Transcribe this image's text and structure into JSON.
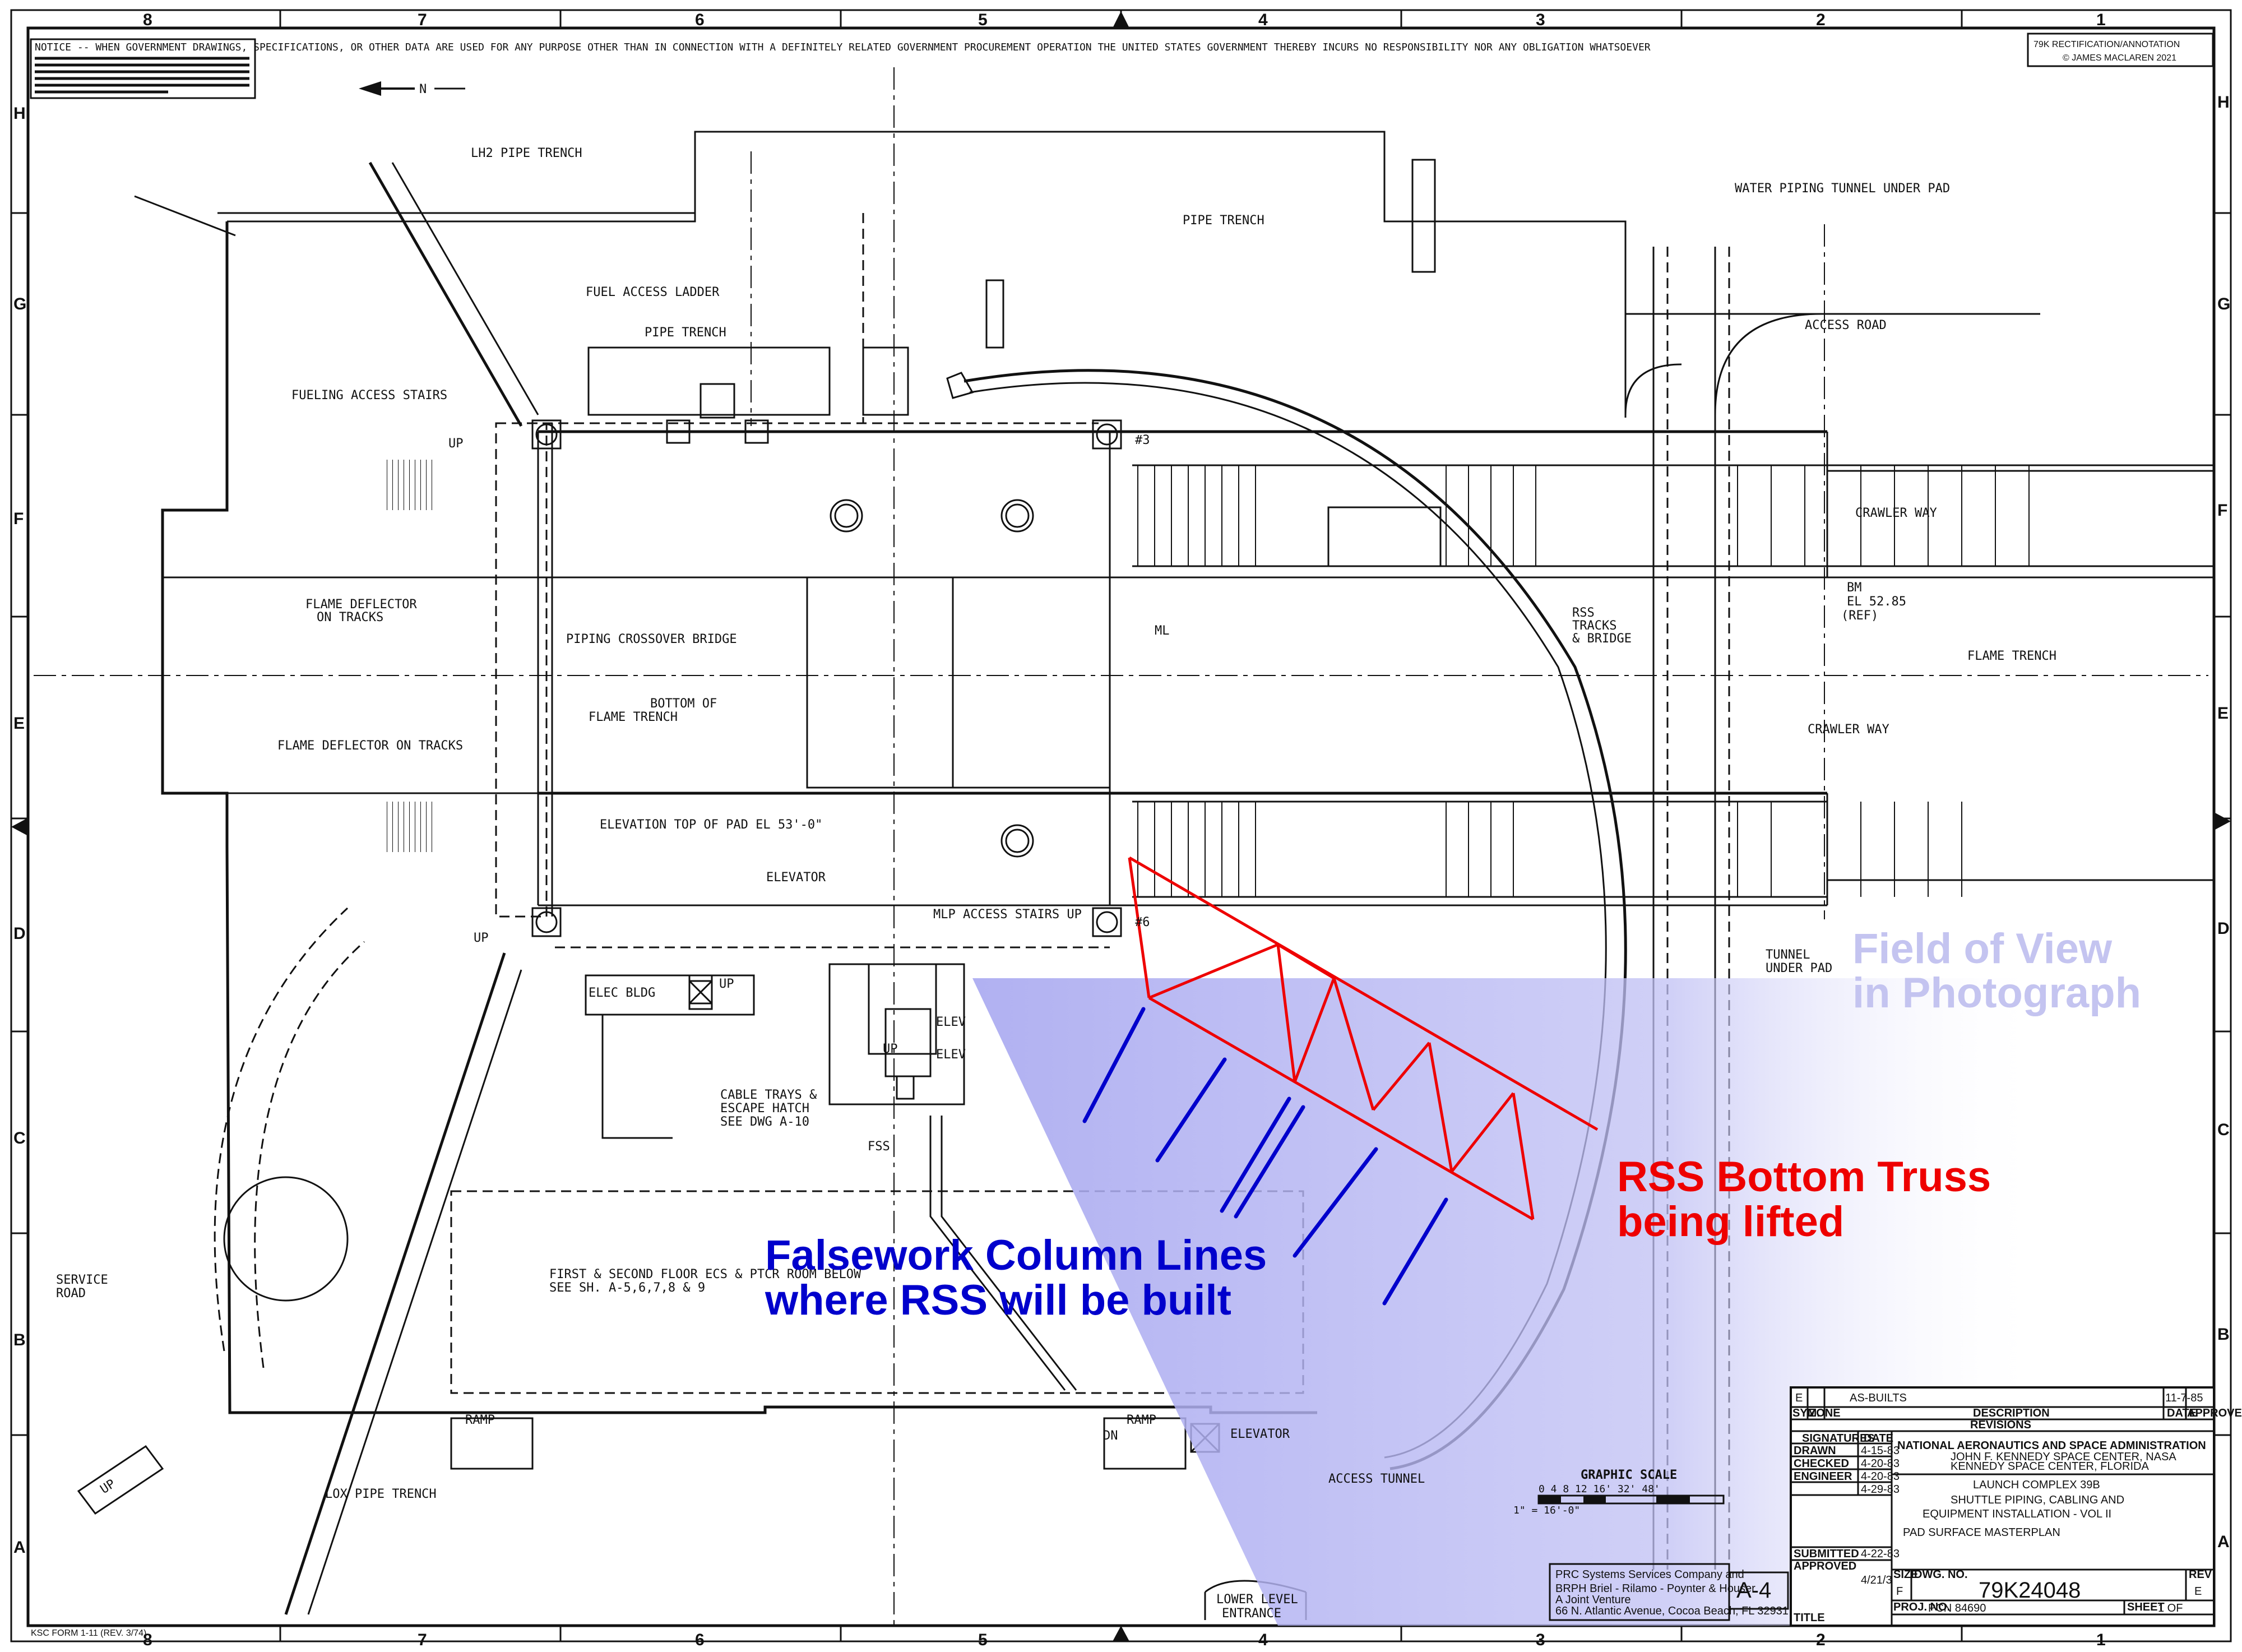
{
  "title_block": {
    "revision_letter": "E",
    "revision_desc": "AS-BUILTS",
    "revision_date": "11-7-85",
    "hdr_sym": "SYM.",
    "hdr_zone": "ZONE",
    "hdr_description": "DESCRIPTION",
    "hdr_date": "DATE",
    "hdr_approved": "APPROVED",
    "revisions_label": "REVISIONS",
    "signatures_label": "SIGNATURES",
    "date_label": "DATE",
    "drawn": "DRAWN",
    "checked": "CHECKED",
    "engineer": "ENGINEER",
    "drawn_date": "4-15-83",
    "checked_date": "4-20-83",
    "engineer_date": "4-20-83",
    "extra_date": "4-29-83",
    "submitted": "SUBMITTED",
    "approved": "APPROVED",
    "submitted_date": "4-22-83",
    "approved_date": "4/21/3",
    "agency": "NATIONAL AERONAUTICS AND SPACE ADMINISTRATION",
    "center": "JOHN F. KENNEDY SPACE CENTER, NASA",
    "center_loc": "KENNEDY SPACE CENTER, FLORIDA",
    "project": "LAUNCH COMPLEX 39B",
    "desc1": "SHUTTLE PIPING, CABLING AND",
    "desc2": "EQUIPMENT INSTALLATION - VOL II",
    "sheet_title": "PAD SURFACE MASTERPLAN",
    "size_label": "SIZE",
    "size": "F",
    "dwg_no_label": "DWG. NO.",
    "dwg_no": "79K24048",
    "rev_label": "REV",
    "rev": "E",
    "proj_no_label": "PROJ. NO.",
    "proj_no": "PCN 84690",
    "sheet_label": "SHEET",
    "sheet": "1 OF",
    "title_label": "TITLE",
    "sheet_ref": "A-4",
    "contractor_1": "PRC Systems Services Company and",
    "contractor_2": "BRPH Briel - Rilamo - Poynter & Houser",
    "contractor_3": "A Joint Venture",
    "contractor_4": "66 N. Atlantic Avenue, Cocoa Beach, FL 32931",
    "form_no": "KSC FORM 1-11 (REV. 3/74)"
  },
  "annotation_credit": {
    "line1": "79K RECTIFICATION/ANNOTATION",
    "line2": "© JAMES MACLAREN 2021"
  },
  "notice_block": {
    "text": "NOTICE -- WHEN GOVERNMENT DRAWINGS, SPECIFICATIONS, OR OTHER DATA ARE USED FOR ANY PURPOSE OTHER THAN IN CONNECTION WITH A DEFINITELY RELATED GOVERNMENT PROCUREMENT OPERATION THE UNITED STATES GOVERNMENT THEREBY INCURS NO RESPONSIBILITY NOR ANY OBLIGATION WHATSOEVER"
  },
  "grid_columns": [
    "8",
    "7",
    "6",
    "5",
    "4",
    "3",
    "2",
    "1"
  ],
  "grid_rows": [
    "H",
    "G",
    "F",
    "E",
    "D",
    "C",
    "B",
    "A"
  ],
  "north": "N",
  "labels": {
    "lh2_pipe_trench": "LH2 PIPE TRENCH",
    "pipe_trench_top": "PIPE TRENCH",
    "water_tunnel": "WATER PIPING TUNNEL UNDER PAD",
    "fuel_ladder": "FUEL ACCESS LADDER",
    "pipe_trench_mid": "PIPE TRENCH",
    "access_road": "ACCESS ROAD",
    "fueling_stairs": "FUELING ACCESS STAIRS",
    "up1": "UP",
    "marker_3": "#3",
    "crawler_way_1": "CRAWLER WAY",
    "flame_deflector_1a": "FLAME DEFLECTOR",
    "flame_deflector_1b": "ON TRACKS",
    "bm_1": "BM",
    "bm_2": "EL 52.85",
    "bm_3": "(REF)",
    "rss_tracks_1": "RSS",
    "rss_tracks_2": "TRACKS",
    "rss_tracks_3": "& BRIDGE",
    "piping_crossover": "PIPING CROSSOVER BRIDGE",
    "ml": "ML",
    "flame_trench": "FLAME TRENCH",
    "bottom_flame_1": "BOTTOM OF",
    "bottom_flame_2": "FLAME TRENCH",
    "flame_deflector_2": "FLAME DEFLECTOR ON TRACKS",
    "crawler_way_2": "CRAWLER WAY",
    "elevation_top": "ELEVATION TOP OF PAD EL 53'-0\"",
    "elevator_1": "ELEVATOR",
    "mlp_stairs": "MLP ACCESS STAIRS UP",
    "marker_6": "#6",
    "up2": "UP",
    "elec_bldg": "ELEC BLDG",
    "up3": "UP",
    "elev_a": "ELEV",
    "elev_b": "ELEV",
    "up4": "UP",
    "tunnel_under_1": "TUNNEL",
    "tunnel_under_2": "UNDER PAD",
    "cable_trays_1": "CABLE TRAYS &",
    "cable_trays_2": "ESCAPE HATCH",
    "cable_trays_3": "SEE DWG A-10",
    "fss": "FSS",
    "service_road_1": "SERVICE",
    "service_road_2": "ROAD",
    "ecs_1": "FIRST & SECOND FLOOR ECS & PTCR ROOM BELOW",
    "ecs_2": "SEE SH. A-5,6,7,8 & 9",
    "ramp_1": "RAMP",
    "ramp_2": "RAMP",
    "dn": "DN",
    "elevator_2": "ELEVATOR",
    "access_tunnel": "ACCESS TUNNEL",
    "lox_trench": "LOX PIPE TRENCH",
    "up_arrow": "UP",
    "lower_level_1": "LOWER LEVEL",
    "lower_level_2": "ENTRANCE",
    "graphic_scale": "GRAPHIC SCALE",
    "scale_ticks": "0  4  8 12 16'       32'           48'",
    "scale_ratio": "1\" = 16'-0\""
  },
  "overlays": {
    "fov_1": "Field of View",
    "fov_2": "in Photograph",
    "falsework_1": "Falsework Column Lines",
    "falsework_2": "where RSS will be built",
    "truss_1": "RSS Bottom Truss",
    "truss_2": "being lifted"
  },
  "colors": {
    "overlay_blue": "#0000cc",
    "overlay_red": "#ee0000",
    "fov_fill": "#b8b8f4",
    "fov_text": "#c4c4f0",
    "ink": "#111111"
  }
}
